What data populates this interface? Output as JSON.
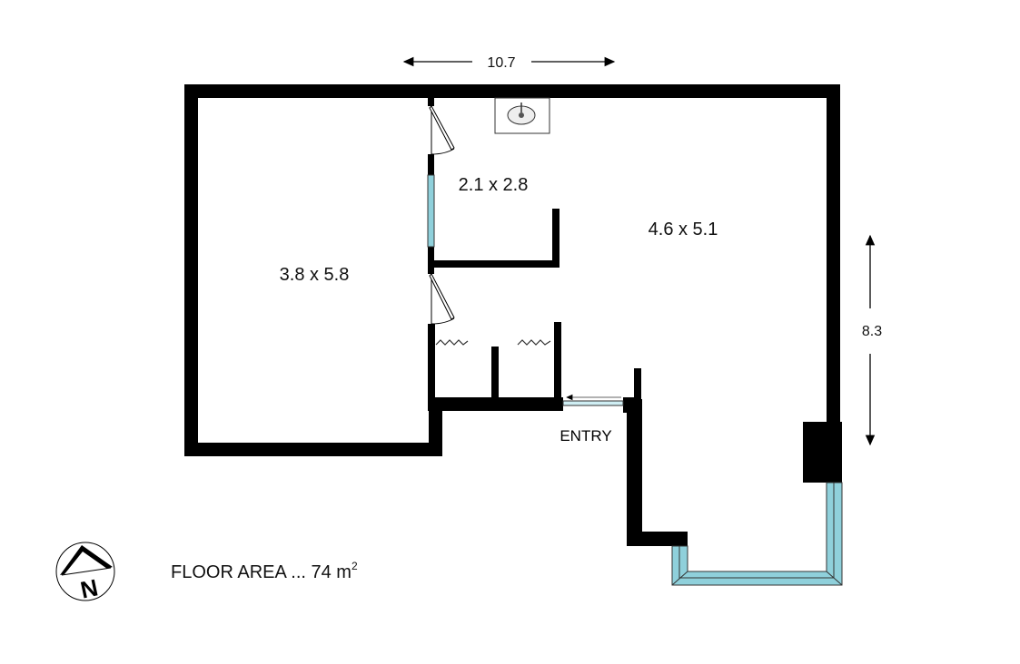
{
  "dimensions": {
    "width_label": "10.7",
    "height_label": "8.3"
  },
  "rooms": [
    {
      "name": "left-room",
      "label": "3.8 x 5.8"
    },
    {
      "name": "bathroom",
      "label": "2.1 x 2.8"
    },
    {
      "name": "main-room",
      "label": "4.6 x 5.1"
    }
  ],
  "entry_label": "ENTRY",
  "floor_area": {
    "prefix": "FLOOR AREA ...  74 m",
    "superscript": "2"
  },
  "compass": {
    "letter": "N"
  },
  "colors": {
    "wall": "#000000",
    "window": "#8fd0db"
  }
}
